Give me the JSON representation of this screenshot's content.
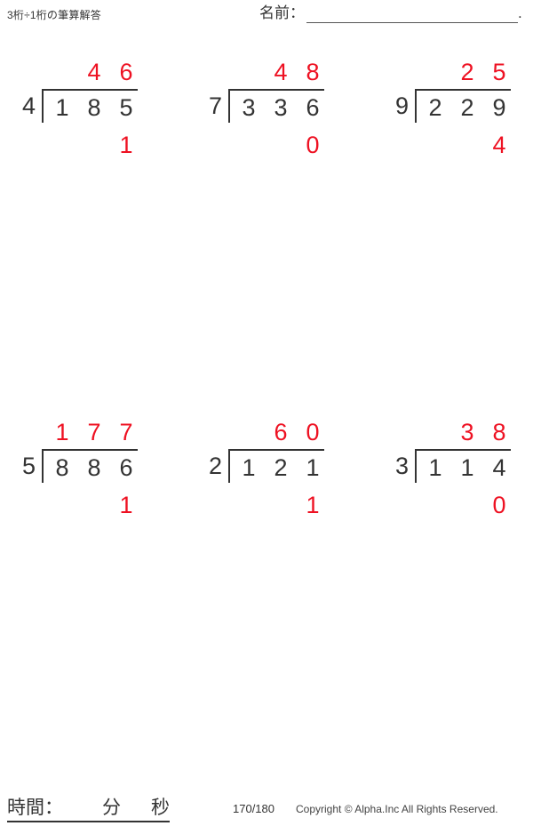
{
  "header": {
    "title": "3桁÷1桁の筆算解答",
    "name_label": "名前：",
    "name_value": "",
    "name_trailing": "."
  },
  "colors": {
    "answer_red": "#ee1122",
    "ink_dark": "#333333"
  },
  "problems": [
    {
      "id": "problem-1",
      "divisor": "4",
      "dividend_digits": [
        "1",
        "8",
        "5"
      ],
      "quotient_digits": [
        "",
        "4",
        "6"
      ],
      "remainder_digits": [
        "",
        "",
        "1"
      ]
    },
    {
      "id": "problem-2",
      "divisor": "7",
      "dividend_digits": [
        "3",
        "3",
        "6"
      ],
      "quotient_digits": [
        "",
        "4",
        "8"
      ],
      "remainder_digits": [
        "",
        "",
        "0"
      ]
    },
    {
      "id": "problem-3",
      "divisor": "9",
      "dividend_digits": [
        "2",
        "2",
        "9"
      ],
      "quotient_digits": [
        "",
        "2",
        "5"
      ],
      "remainder_digits": [
        "",
        "",
        "4"
      ]
    },
    {
      "id": "problem-4",
      "divisor": "5",
      "dividend_digits": [
        "8",
        "8",
        "6"
      ],
      "quotient_digits": [
        "1",
        "7",
        "7"
      ],
      "remainder_digits": [
        "",
        "",
        "1"
      ]
    },
    {
      "id": "problem-5",
      "divisor": "2",
      "dividend_digits": [
        "1",
        "2",
        "1"
      ],
      "quotient_digits": [
        "",
        "6",
        "0"
      ],
      "remainder_digits": [
        "",
        "",
        "1"
      ]
    },
    {
      "id": "problem-6",
      "divisor": "3",
      "dividend_digits": [
        "1",
        "1",
        "4"
      ],
      "quotient_digits": [
        "",
        "3",
        "8"
      ],
      "remainder_digits": [
        "",
        "",
        "0"
      ]
    }
  ],
  "footer": {
    "time_label": "時間：",
    "minute_unit": "分",
    "second_unit": "秒",
    "page_counter": "170/180",
    "copyright": "Copyright © Alpha.Inc All Rights Reserved."
  }
}
